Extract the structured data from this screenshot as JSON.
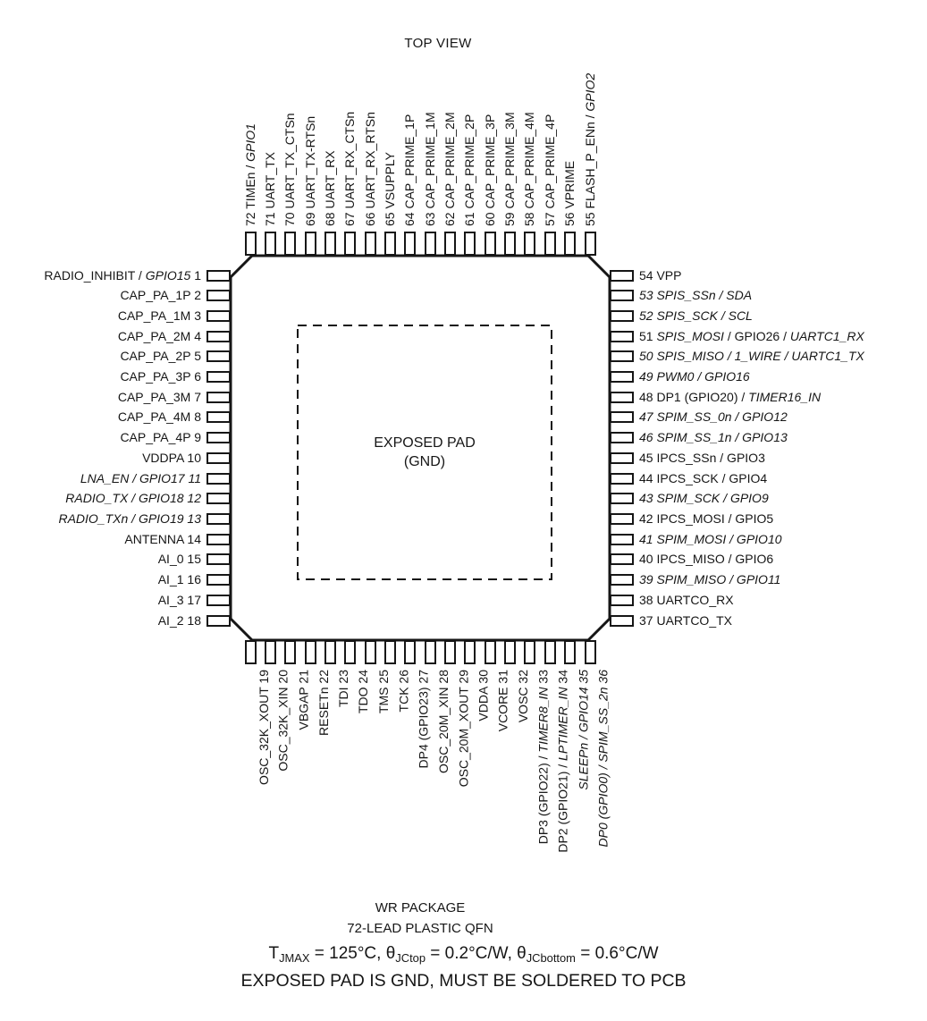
{
  "title": "TOP VIEW",
  "colors": {
    "ink": "#161616",
    "background": "#ffffff"
  },
  "exposed_pad": {
    "line1": "EXPOSED PAD",
    "line2": "(GND)"
  },
  "footer": {
    "package": "WR PACKAGE",
    "type": "72-LEAD PLASTIC QFN",
    "thermal": [
      {
        "t": "T"
      },
      {
        "t": "JMAX",
        "sub": true
      },
      {
        "t": " = 125°C, θ"
      },
      {
        "t": "JCtop",
        "sub": true
      },
      {
        "t": " = 0.2°C/W, θ"
      },
      {
        "t": "JCbottom",
        "sub": true
      },
      {
        "t": " = 0.6°C/W"
      }
    ],
    "note": "EXPOSED PAD IS GND, MUST BE SOLDERED TO PCB"
  },
  "pins": {
    "top": [
      {
        "n": 72,
        "segs": [
          {
            "t": "TIMEn / "
          },
          {
            "t": "GPIO1",
            "i": true
          }
        ]
      },
      {
        "n": 71,
        "segs": [
          {
            "t": "UART_TX"
          }
        ]
      },
      {
        "n": 70,
        "segs": [
          {
            "t": "UART_TX_CTSn"
          }
        ]
      },
      {
        "n": 69,
        "segs": [
          {
            "t": "UART_TX-RTSn"
          }
        ]
      },
      {
        "n": 68,
        "segs": [
          {
            "t": "UART_RX"
          }
        ]
      },
      {
        "n": 67,
        "segs": [
          {
            "t": "UART_RX_CTSn"
          }
        ]
      },
      {
        "n": 66,
        "segs": [
          {
            "t": "UART_RX_RTSn"
          }
        ]
      },
      {
        "n": 65,
        "segs": [
          {
            "t": "VSUPPLY"
          }
        ]
      },
      {
        "n": 64,
        "segs": [
          {
            "t": "CAP_PRIME_1P"
          }
        ]
      },
      {
        "n": 63,
        "segs": [
          {
            "t": "CAP_PRIME_1M"
          }
        ]
      },
      {
        "n": 62,
        "segs": [
          {
            "t": "CAP_PRIME_2M"
          }
        ]
      },
      {
        "n": 61,
        "segs": [
          {
            "t": "CAP_PRIME_2P"
          }
        ]
      },
      {
        "n": 60,
        "segs": [
          {
            "t": "CAP_PRIME_3P"
          }
        ]
      },
      {
        "n": 59,
        "segs": [
          {
            "t": "CAP_PRIME_3M"
          }
        ]
      },
      {
        "n": 58,
        "segs": [
          {
            "t": "CAP_PRIME_4M"
          }
        ]
      },
      {
        "n": 57,
        "segs": [
          {
            "t": "CAP_PRIME_4P"
          }
        ]
      },
      {
        "n": 56,
        "segs": [
          {
            "t": "VPRIME"
          }
        ]
      },
      {
        "n": 55,
        "segs": [
          {
            "t": "FLASH_P_ENn / "
          },
          {
            "t": "GPIO2",
            "i": true
          }
        ]
      }
    ],
    "left": [
      {
        "n": 1,
        "segs": [
          {
            "t": "RADIO_INHIBIT / "
          },
          {
            "t": "GPIO15",
            "i": true
          }
        ]
      },
      {
        "n": 2,
        "segs": [
          {
            "t": "CAP_PA_1P"
          }
        ]
      },
      {
        "n": 3,
        "segs": [
          {
            "t": "CAP_PA_1M"
          }
        ]
      },
      {
        "n": 4,
        "segs": [
          {
            "t": "CAP_PA_2M"
          }
        ]
      },
      {
        "n": 5,
        "segs": [
          {
            "t": "CAP_PA_2P"
          }
        ]
      },
      {
        "n": 6,
        "segs": [
          {
            "t": "CAP_PA_3P"
          }
        ]
      },
      {
        "n": 7,
        "segs": [
          {
            "t": "CAP_PA_3M"
          }
        ]
      },
      {
        "n": 8,
        "segs": [
          {
            "t": "CAP_PA_4M"
          }
        ]
      },
      {
        "n": 9,
        "segs": [
          {
            "t": "CAP_PA_4P"
          }
        ]
      },
      {
        "n": 10,
        "segs": [
          {
            "t": "VDDPA"
          }
        ]
      },
      {
        "n": 11,
        "segs": [
          {
            "t": "LNA_EN / GPIO17",
            "i": true
          }
        ]
      },
      {
        "n": 12,
        "segs": [
          {
            "t": "RADIO_TX / GPIO18",
            "i": true
          }
        ]
      },
      {
        "n": 13,
        "segs": [
          {
            "t": "RADIO_TXn / GPIO19",
            "i": true
          }
        ]
      },
      {
        "n": 14,
        "segs": [
          {
            "t": "ANTENNA"
          }
        ]
      },
      {
        "n": 15,
        "segs": [
          {
            "t": "AI_0"
          }
        ]
      },
      {
        "n": 16,
        "segs": [
          {
            "t": "AI_1"
          }
        ]
      },
      {
        "n": 17,
        "segs": [
          {
            "t": "AI_3"
          }
        ]
      },
      {
        "n": 18,
        "segs": [
          {
            "t": "AI_2"
          }
        ]
      }
    ],
    "right": [
      {
        "n": 54,
        "segs": [
          {
            "t": "VPP"
          }
        ]
      },
      {
        "n": 53,
        "segs": [
          {
            "t": "SPIS_SSn / SDA",
            "i": true
          }
        ]
      },
      {
        "n": 52,
        "segs": [
          {
            "t": "SPIS_SCK / SCL",
            "i": true
          }
        ]
      },
      {
        "n": 51,
        "segs": [
          {
            "t": "SPIS_MOSI",
            "i": true
          },
          {
            "t": " / GPIO26 / "
          },
          {
            "t": "UARTC1_RX",
            "i": true
          }
        ]
      },
      {
        "n": 50,
        "segs": [
          {
            "t": "SPIS_MISO / 1_WIRE / UARTC1_TX",
            "i": true
          }
        ]
      },
      {
        "n": 49,
        "segs": [
          {
            "t": "PWM0 / GPIO16",
            "i": true
          }
        ]
      },
      {
        "n": 48,
        "segs": [
          {
            "t": "DP1 (GPIO20) / "
          },
          {
            "t": "TIMER16_IN",
            "i": true
          }
        ]
      },
      {
        "n": 47,
        "segs": [
          {
            "t": "SPIM_SS_0n / GPIO12",
            "i": true
          }
        ]
      },
      {
        "n": 46,
        "segs": [
          {
            "t": "SPIM_SS_1n / GPIO13",
            "i": true
          }
        ]
      },
      {
        "n": 45,
        "segs": [
          {
            "t": "IPCS_SSn / GPIO3"
          }
        ]
      },
      {
        "n": 44,
        "segs": [
          {
            "t": "IPCS_SCK / GPIO4"
          }
        ]
      },
      {
        "n": 43,
        "segs": [
          {
            "t": "SPIM_SCK / GPIO9",
            "i": true
          }
        ]
      },
      {
        "n": 42,
        "segs": [
          {
            "t": "IPCS_MOSI / GPIO5"
          }
        ]
      },
      {
        "n": 41,
        "segs": [
          {
            "t": "SPIM_MOSI / GPIO10",
            "i": true
          }
        ]
      },
      {
        "n": 40,
        "segs": [
          {
            "t": "IPCS_MISO / GPIO6"
          }
        ]
      },
      {
        "n": 39,
        "segs": [
          {
            "t": "SPIM_MISO / GPIO11",
            "i": true
          }
        ]
      },
      {
        "n": 38,
        "segs": [
          {
            "t": "UARTCO_RX"
          }
        ]
      },
      {
        "n": 37,
        "segs": [
          {
            "t": "UARTCO_TX"
          }
        ]
      }
    ],
    "bottom": [
      {
        "n": 19,
        "segs": [
          {
            "t": "OSC_32K_XOUT"
          }
        ]
      },
      {
        "n": 20,
        "segs": [
          {
            "t": "OSC_32K_XIN"
          }
        ]
      },
      {
        "n": 21,
        "segs": [
          {
            "t": "VBGAP"
          }
        ]
      },
      {
        "n": 22,
        "segs": [
          {
            "t": "RESETn"
          }
        ]
      },
      {
        "n": 23,
        "segs": [
          {
            "t": "TDI"
          }
        ]
      },
      {
        "n": 24,
        "segs": [
          {
            "t": "TDO"
          }
        ]
      },
      {
        "n": 25,
        "segs": [
          {
            "t": "TMS"
          }
        ]
      },
      {
        "n": 26,
        "segs": [
          {
            "t": "TCK"
          }
        ]
      },
      {
        "n": 27,
        "segs": [
          {
            "t": "DP4 (GPIO23)"
          }
        ]
      },
      {
        "n": 28,
        "segs": [
          {
            "t": "OSC_20M_XIN"
          }
        ]
      },
      {
        "n": 29,
        "segs": [
          {
            "t": "OSC_20M_XOUT"
          }
        ]
      },
      {
        "n": 30,
        "segs": [
          {
            "t": "VDDA"
          }
        ]
      },
      {
        "n": 31,
        "segs": [
          {
            "t": "VCORE"
          }
        ]
      },
      {
        "n": 32,
        "segs": [
          {
            "t": "VOSC"
          }
        ]
      },
      {
        "n": 33,
        "segs": [
          {
            "t": "DP3 (GPIO22) / "
          },
          {
            "t": "TIMER8_IN",
            "i": true
          }
        ]
      },
      {
        "n": 34,
        "segs": [
          {
            "t": "DP2 (GPIO21) / "
          },
          {
            "t": "LPTIMER_IN",
            "i": true
          }
        ]
      },
      {
        "n": 35,
        "segs": [
          {
            "t": "SLEEPn / GPIO14",
            "i": true
          }
        ]
      },
      {
        "n": 36,
        "segs": [
          {
            "t": "DP0 (GPIO0) / SPIM_SS_2n",
            "i": true
          }
        ]
      }
    ]
  }
}
